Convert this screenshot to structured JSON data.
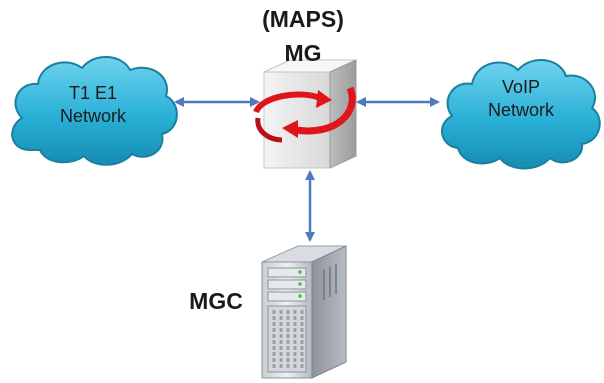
{
  "diagram": {
    "top_title": "(MAPS)",
    "mg_label": "MG",
    "left_cloud": {
      "line1": "T1 E1",
      "line2": "Network"
    },
    "right_cloud": {
      "line1": "VoIP",
      "line2": "Network"
    },
    "mgc_label": "MGC"
  },
  "colors": {
    "cloud_fill": "#2ab0d6",
    "cloud_stroke": "#1b7fa0",
    "arrow": "#4f7bbd",
    "red_arrow": "#e0141b",
    "gateway_box": "#dcdcdc",
    "server": "#9aa0a6"
  },
  "icons": [
    "cloud-icon",
    "media-gateway-icon",
    "server-tower-icon"
  ]
}
